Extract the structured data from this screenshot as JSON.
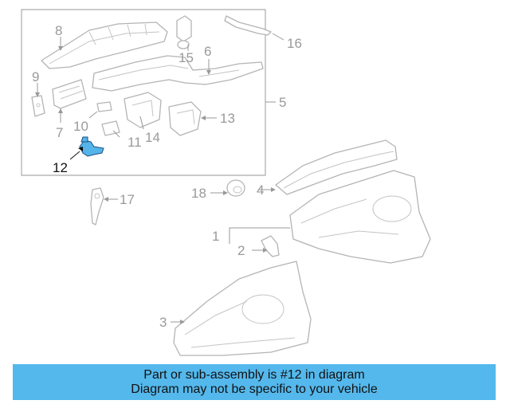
{
  "callouts": {
    "c1": "1",
    "c2": "2",
    "c3": "3",
    "c4": "4",
    "c5": "5",
    "c6": "6",
    "c7": "7",
    "c8": "8",
    "c9": "9",
    "c10": "10",
    "c11": "11",
    "c12": "12",
    "c13": "13",
    "c14": "14",
    "c15": "15",
    "c16": "16",
    "c17": "17",
    "c18": "18"
  },
  "highlight": {
    "part_number": "12",
    "color": "#55b4ea"
  },
  "banner": {
    "line1": "Part or sub-assembly is #12 in diagram",
    "line2": "Diagram may not be specific to your vehicle",
    "background": "#54b8ec"
  }
}
